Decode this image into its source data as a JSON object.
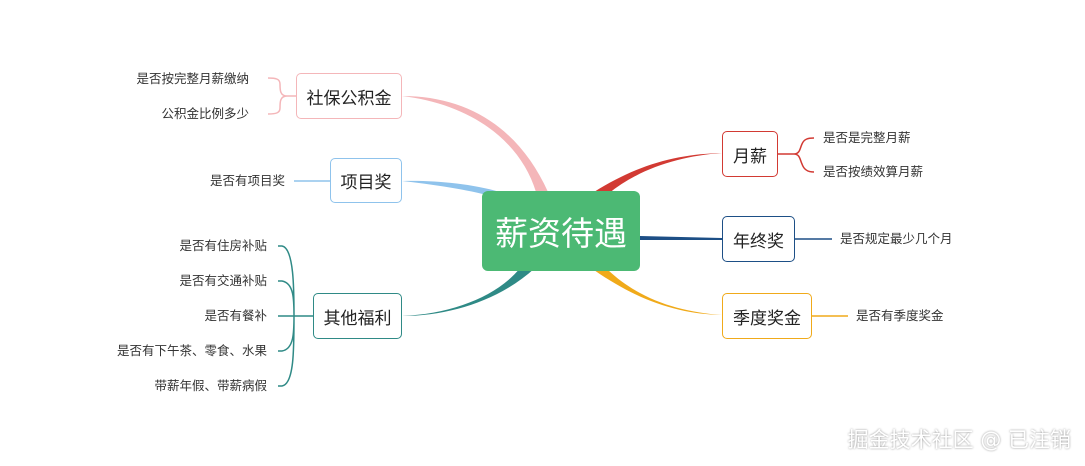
{
  "root": {
    "label": "薪资待遇"
  },
  "branches": {
    "shebao": {
      "label": "社保公积金",
      "color": "#f4b6b9",
      "leaves": [
        "是否按完整月薪缴纳",
        "公积金比例多少"
      ]
    },
    "xiangmu": {
      "label": "项目奖",
      "color": "#8fc3ec",
      "leaves": [
        "是否有项目奖"
      ]
    },
    "qita": {
      "label": "其他福利",
      "color": "#2f8a86",
      "leaves": [
        "是否有住房补贴",
        "是否有交通补贴",
        "是否有餐补",
        "是否有下午茶、零食、水果",
        "带薪年假、带薪病假"
      ]
    },
    "yuexin": {
      "label": "月薪",
      "color": "#d23a33",
      "leaves": [
        "是否是完整月薪",
        "是否按绩效算月薪"
      ]
    },
    "nianzhong": {
      "label": "年终奖",
      "color": "#1d4f86",
      "leaves": [
        "是否规定最少几个月"
      ]
    },
    "jidu": {
      "label": "季度奖金",
      "color": "#f0aa1a",
      "leaves": [
        "是否有季度奖金"
      ]
    }
  },
  "watermark": "掘金技术社区 @ 已注销"
}
